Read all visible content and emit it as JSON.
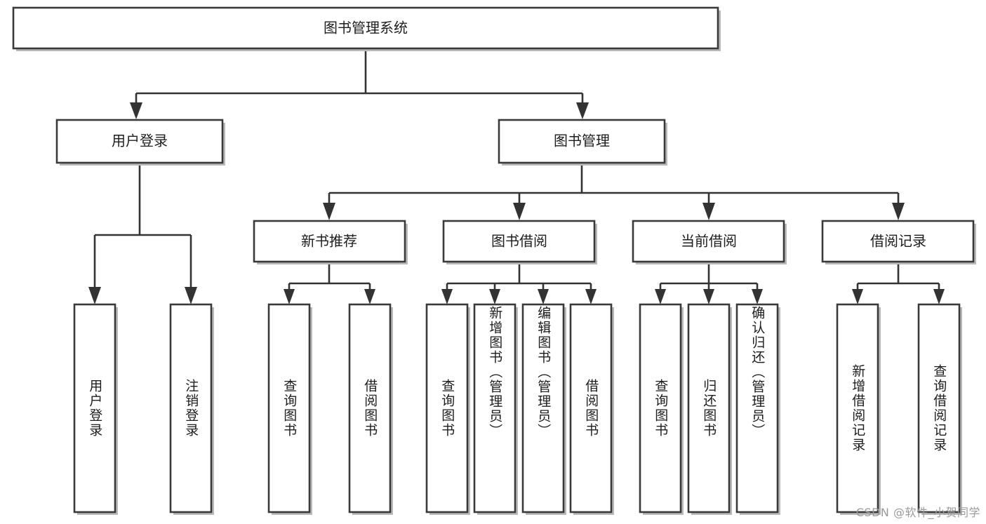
{
  "diagram": {
    "title": "图书管理系统",
    "type": "tree",
    "orientation": "top-down",
    "colors": {
      "box_fill": "#ffffff",
      "box_stroke": "#3a3a3a",
      "connector": "#333333",
      "text": "#1d1d1d",
      "watermark": "#9a9a9a",
      "background": "#ffffff"
    },
    "root": {
      "label": "图书管理系统",
      "id": "root",
      "level": 0,
      "orientation": "horizontal"
    },
    "level1": [
      {
        "id": "user-login",
        "label": "用户登录",
        "orientation": "horizontal"
      },
      {
        "id": "book-management",
        "label": "图书管理",
        "orientation": "horizontal"
      }
    ],
    "level2": [
      {
        "id": "new-book-recommend",
        "label": "新书推荐",
        "parent": "book-management",
        "orientation": "horizontal"
      },
      {
        "id": "book-borrow",
        "label": "图书借阅",
        "parent": "book-management",
        "orientation": "horizontal"
      },
      {
        "id": "current-borrow",
        "label": "当前借阅",
        "parent": "book-management",
        "orientation": "horizontal"
      },
      {
        "id": "borrow-record",
        "label": "借阅记录",
        "parent": "book-management",
        "orientation": "horizontal"
      }
    ],
    "leaves": [
      {
        "id": "leaf-user-login",
        "label": "用户登录",
        "parent": "user-login",
        "orientation": "vertical",
        "align": "center"
      },
      {
        "id": "leaf-user-logout",
        "label": "注销登录",
        "parent": "user-login",
        "orientation": "vertical",
        "align": "center"
      },
      {
        "id": "leaf-query-book-1",
        "label": "查询图书",
        "parent": "new-book-recommend",
        "orientation": "vertical",
        "align": "center"
      },
      {
        "id": "leaf-borrow-book-1",
        "label": "借阅图书",
        "parent": "new-book-recommend",
        "orientation": "vertical",
        "align": "center"
      },
      {
        "id": "leaf-query-book-2",
        "label": "查询图书",
        "parent": "book-borrow",
        "orientation": "vertical",
        "align": "center"
      },
      {
        "id": "leaf-add-book",
        "label": "新增图书（管理员）",
        "parent": "book-borrow",
        "orientation": "vertical",
        "align": "top"
      },
      {
        "id": "leaf-edit-book",
        "label": "编辑图书（管理员）",
        "parent": "book-borrow",
        "orientation": "vertical",
        "align": "top"
      },
      {
        "id": "leaf-borrow-book-2",
        "label": "借阅图书",
        "parent": "book-borrow",
        "orientation": "vertical",
        "align": "center"
      },
      {
        "id": "leaf-query-book-3",
        "label": "查询图书",
        "parent": "current-borrow",
        "orientation": "vertical",
        "align": "center"
      },
      {
        "id": "leaf-return-book",
        "label": "归还图书",
        "parent": "current-borrow",
        "orientation": "vertical",
        "align": "center"
      },
      {
        "id": "leaf-confirm-return",
        "label": "确认归还（管理员）",
        "parent": "current-borrow",
        "orientation": "vertical",
        "align": "top"
      },
      {
        "id": "leaf-add-borrow-record",
        "label": "新增借阅记录",
        "parent": "borrow-record",
        "orientation": "vertical",
        "align": "center"
      },
      {
        "id": "leaf-query-borrow-record",
        "label": "查询借阅记录",
        "parent": "borrow-record",
        "orientation": "vertical",
        "align": "center"
      }
    ]
  },
  "watermark": {
    "text": "CSDN @软件_小贺同学"
  }
}
